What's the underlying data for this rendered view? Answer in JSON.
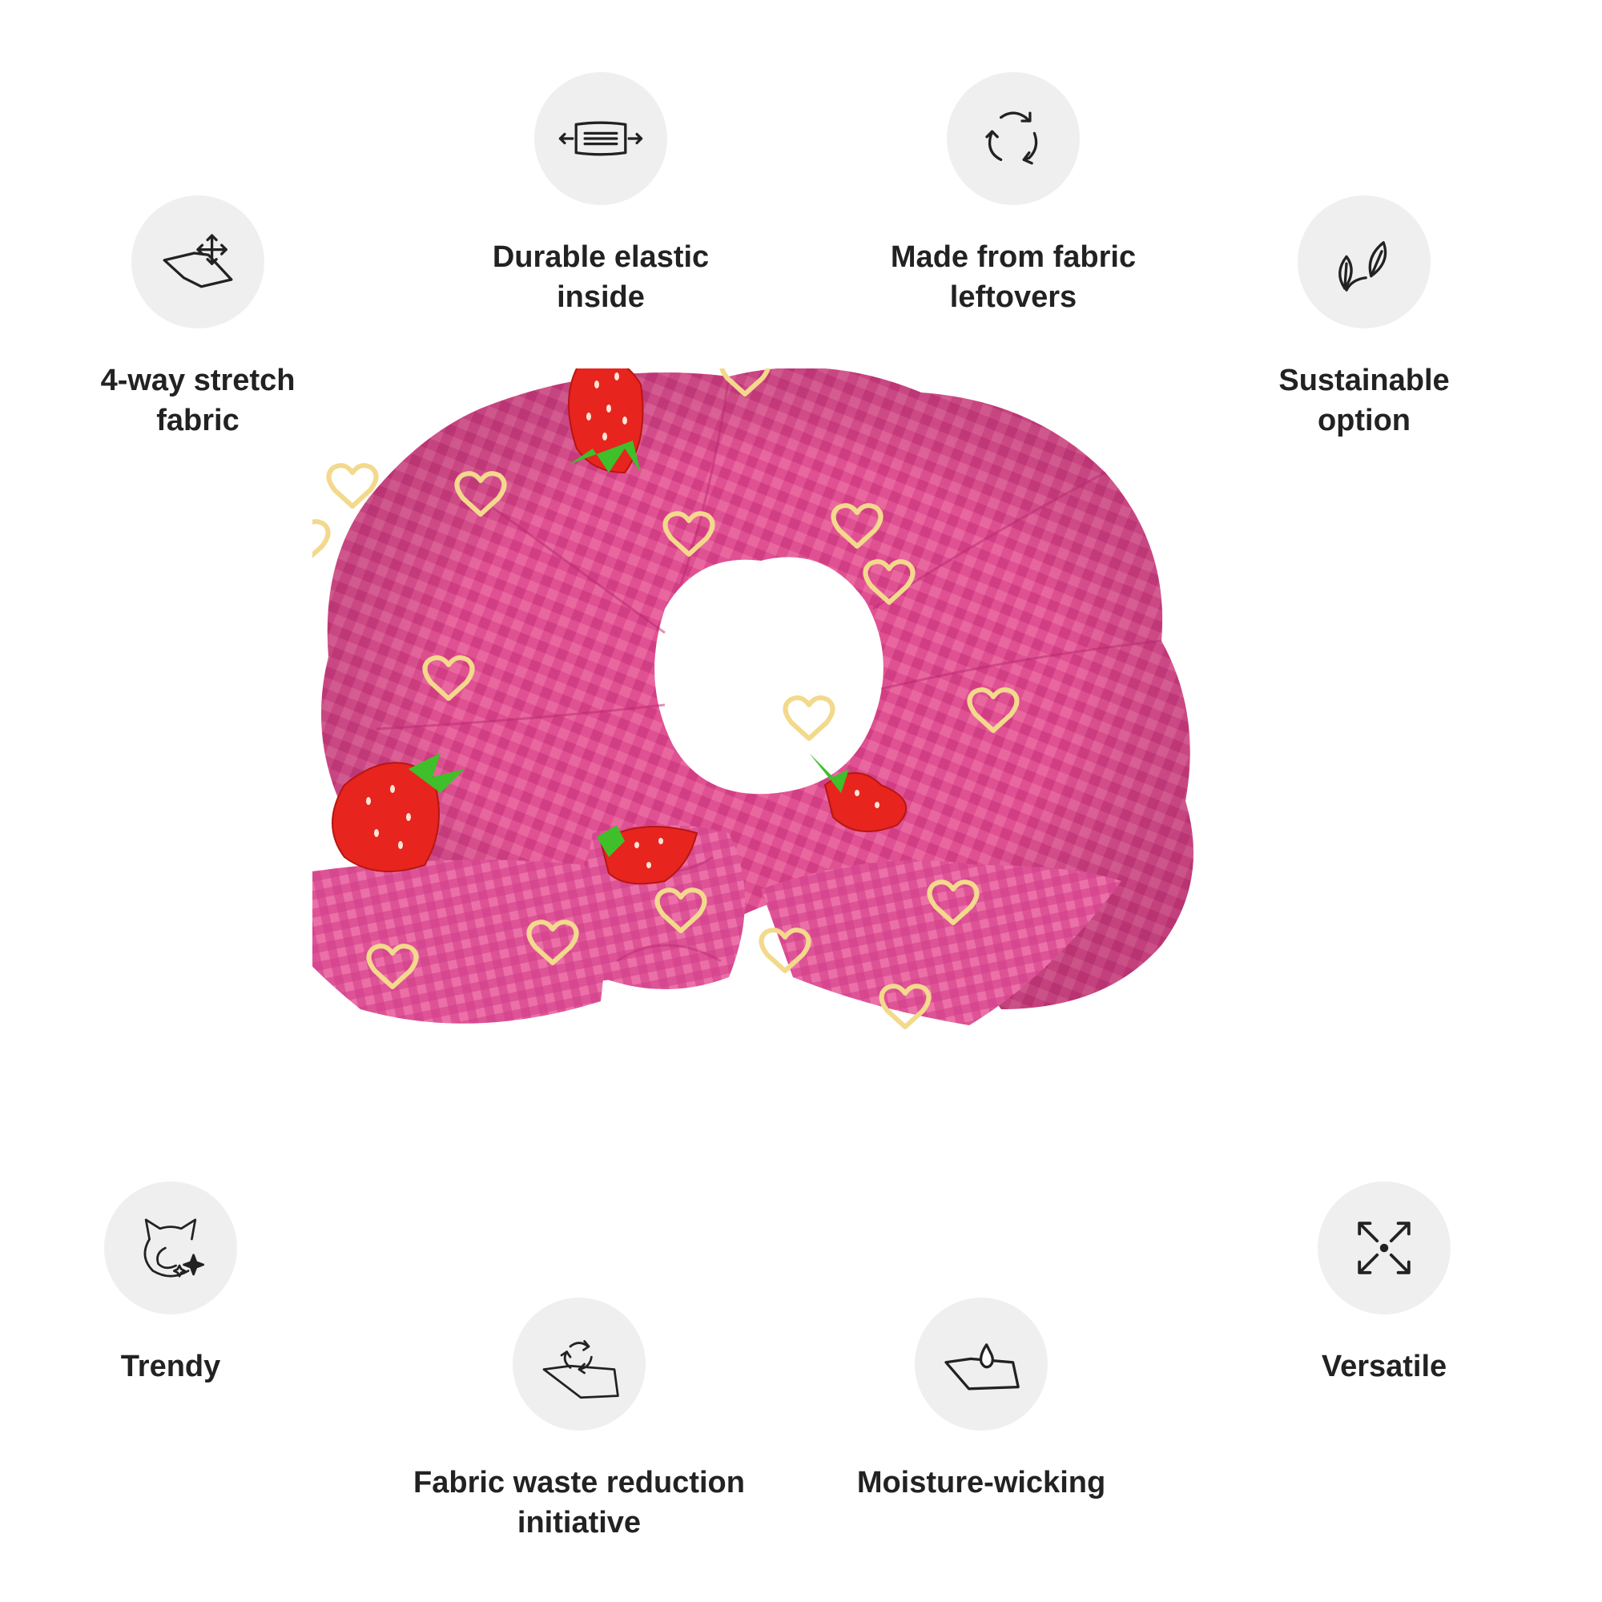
{
  "features": [
    {
      "id": "stretch",
      "icon": "four-way-stretch-icon",
      "lines": [
        "4-way stretch",
        "fabric"
      ]
    },
    {
      "id": "elastic",
      "icon": "elastic-band-icon",
      "lines": [
        "Durable elastic",
        "inside"
      ]
    },
    {
      "id": "leftovers",
      "icon": "recycle-arrows-icon",
      "lines": [
        "Made from fabric",
        "leftovers"
      ]
    },
    {
      "id": "sustainable",
      "icon": "leaves-icon",
      "lines": [
        "Sustainable",
        "option"
      ]
    },
    {
      "id": "trendy",
      "icon": "cat-sparkle-icon",
      "lines": [
        "Trendy"
      ]
    },
    {
      "id": "waste",
      "icon": "fabric-recycle-icon",
      "lines": [
        "Fabric waste reduction",
        "initiative"
      ]
    },
    {
      "id": "moisture",
      "icon": "water-drop-icon",
      "lines": [
        "Moisture-wicking"
      ]
    },
    {
      "id": "versatile",
      "icon": "expand-arrows-icon",
      "lines": [
        "Versatile"
      ]
    }
  ],
  "product": {
    "name": "strawberry-gingham-scrunchie",
    "fabric_color": "#e0559a",
    "accent_color": "#e8241f",
    "heart_color": "#f3d98c"
  }
}
